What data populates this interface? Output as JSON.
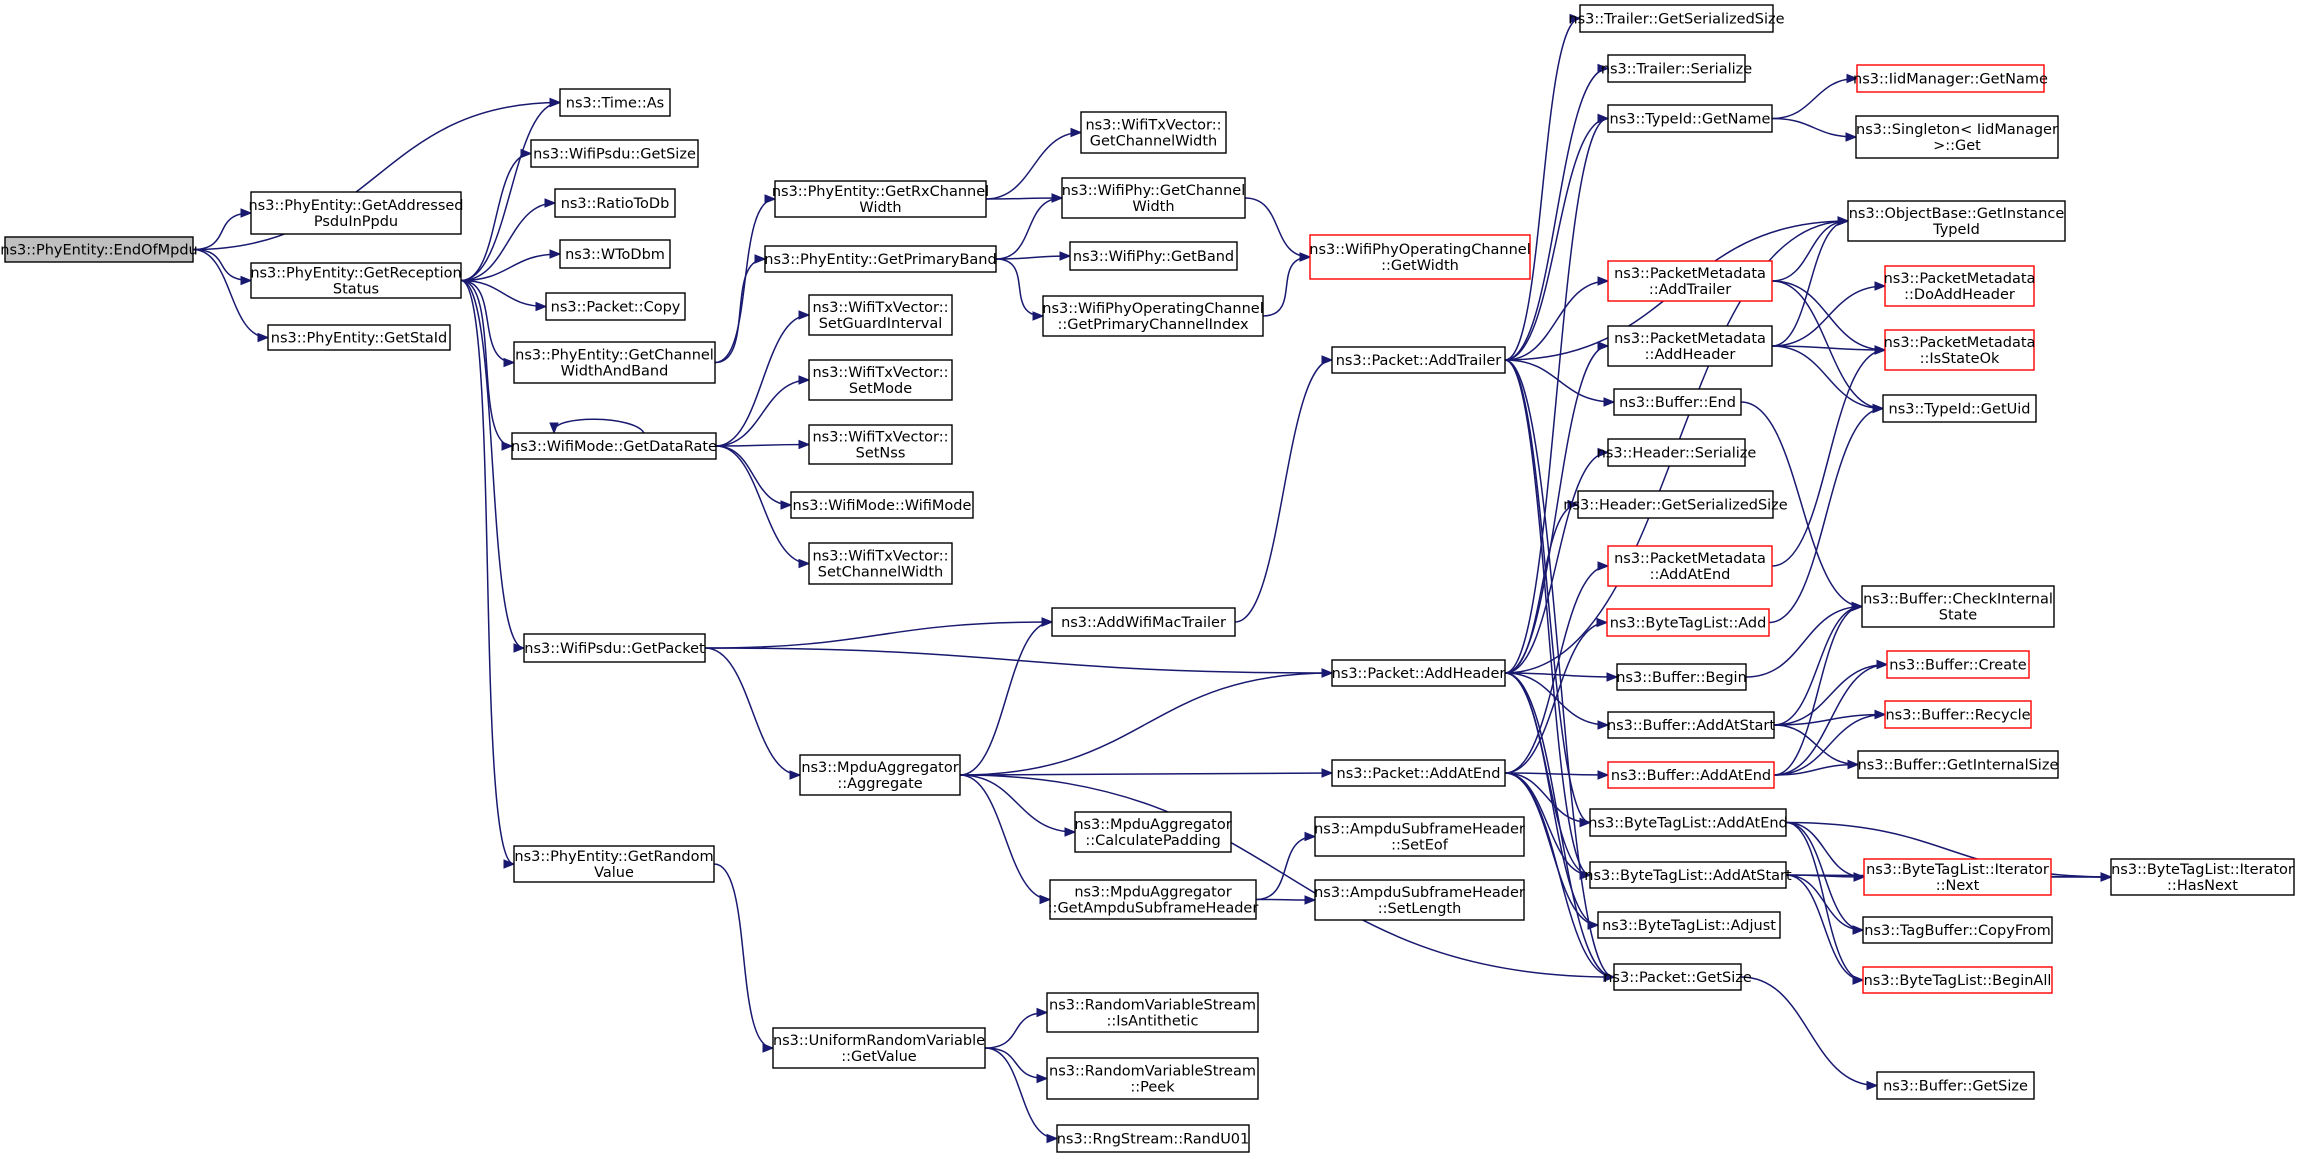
{
  "diagram": {
    "type": "call-graph",
    "colors": {
      "edge": "#191970",
      "root_fill": "#bfbfbf",
      "node_border": "#000000",
      "incomplete_border": "#ff0000"
    },
    "nodes": [
      {
        "id": "endofmpdu",
        "lines": [
          "ns3::PhyEntity::EndOfMpdu"
        ],
        "style": "root"
      },
      {
        "id": "time_as",
        "lines": [
          "ns3::Time::As"
        ]
      },
      {
        "id": "getaddressed",
        "lines": [
          "ns3::PhyEntity::GetAddressed",
          "PsduInPpdu"
        ]
      },
      {
        "id": "getreception",
        "lines": [
          "ns3::PhyEntity::GetReception",
          "Status"
        ]
      },
      {
        "id": "getstaid",
        "lines": [
          "ns3::PhyEntity::GetStaId"
        ]
      },
      {
        "id": "wifipsdu_getsize",
        "lines": [
          "ns3::WifiPsdu::GetSize"
        ]
      },
      {
        "id": "ratiotodb",
        "lines": [
          "ns3::RatioToDb"
        ]
      },
      {
        "id": "wtodbm",
        "lines": [
          "ns3::WToDbm"
        ]
      },
      {
        "id": "packet_copy",
        "lines": [
          "ns3::Packet::Copy"
        ]
      },
      {
        "id": "getchannelwidthandband",
        "lines": [
          "ns3::PhyEntity::GetChannel",
          "WidthAndBand"
        ]
      },
      {
        "id": "getdatarate",
        "lines": [
          "ns3::WifiMode::GetDataRate"
        ]
      },
      {
        "id": "wifipsdu_getpacket",
        "lines": [
          "ns3::WifiPsdu::GetPacket"
        ]
      },
      {
        "id": "getrandomvalue",
        "lines": [
          "ns3::PhyEntity::GetRandom",
          "Value"
        ]
      },
      {
        "id": "getrxchannelwidth",
        "lines": [
          "ns3::PhyEntity::GetRxChannel",
          "Width"
        ]
      },
      {
        "id": "getprimaryband",
        "lines": [
          "ns3::PhyEntity::GetPrimaryBand"
        ]
      },
      {
        "id": "setguardinterval",
        "lines": [
          "ns3::WifiTxVector::",
          "SetGuardInterval"
        ]
      },
      {
        "id": "setmode",
        "lines": [
          "ns3::WifiTxVector::",
          "SetMode"
        ]
      },
      {
        "id": "setnss",
        "lines": [
          "ns3::WifiTxVector::",
          "SetNss"
        ]
      },
      {
        "id": "wifimode_ctor",
        "lines": [
          "ns3::WifiMode::WifiMode"
        ]
      },
      {
        "id": "setchannelwidth",
        "lines": [
          "ns3::WifiTxVector::",
          "SetChannelWidth"
        ]
      },
      {
        "id": "addwifimactrailer",
        "lines": [
          "ns3::AddWifiMacTrailer"
        ]
      },
      {
        "id": "mpdu_aggregate",
        "lines": [
          "ns3::MpduAggregator",
          "::Aggregate"
        ]
      },
      {
        "id": "calculatepadding",
        "lines": [
          "ns3::MpduAggregator",
          "::CalculatePadding"
        ]
      },
      {
        "id": "getampdusubframeheader",
        "lines": [
          "ns3::MpduAggregator",
          "::GetAmpduSubframeHeader"
        ]
      },
      {
        "id": "uniform_getvalue",
        "lines": [
          "ns3::UniformRandomVariable",
          "::GetValue"
        ]
      },
      {
        "id": "isantithetic",
        "lines": [
          "ns3::RandomVariableStream",
          "::IsAntithetic"
        ]
      },
      {
        "id": "peek",
        "lines": [
          "ns3::RandomVariableStream",
          "::Peek"
        ]
      },
      {
        "id": "randu01",
        "lines": [
          "ns3::RngStream::RandU01"
        ]
      },
      {
        "id": "txvec_getchannelwidth",
        "lines": [
          "ns3::WifiTxVector::",
          "GetChannelWidth"
        ]
      },
      {
        "id": "wifiphy_getchannelwidth",
        "lines": [
          "ns3::WifiPhy::GetChannel",
          "Width"
        ]
      },
      {
        "id": "wifiphy_getband",
        "lines": [
          "ns3::WifiPhy::GetBand"
        ]
      },
      {
        "id": "getprimarychannelindex",
        "lines": [
          "ns3::WifiPhyOperatingChannel",
          "::GetPrimaryChannelIndex"
        ]
      },
      {
        "id": "opchannel_getwidth",
        "lines": [
          "ns3::WifiPhyOperatingChannel",
          "::GetWidth"
        ],
        "style": "red"
      },
      {
        "id": "packet_addtrailer",
        "lines": [
          "ns3::Packet::AddTrailer"
        ]
      },
      {
        "id": "packet_addheader",
        "lines": [
          "ns3::Packet::AddHeader"
        ]
      },
      {
        "id": "packet_addatend",
        "lines": [
          "ns3::Packet::AddAtEnd"
        ]
      },
      {
        "id": "setEof",
        "lines": [
          "ns3::AmpduSubframeHeader",
          "::SetEof"
        ]
      },
      {
        "id": "setlength",
        "lines": [
          "ns3::AmpduSubframeHeader",
          "::SetLength"
        ]
      },
      {
        "id": "trailer_getserializedsize",
        "lines": [
          "ns3::Trailer::GetSerializedSize"
        ]
      },
      {
        "id": "trailer_serialize",
        "lines": [
          "ns3::Trailer::Serialize"
        ]
      },
      {
        "id": "typeid_getname",
        "lines": [
          "ns3::TypeId::GetName"
        ]
      },
      {
        "id": "pm_addtrailer",
        "lines": [
          "ns3::PacketMetadata",
          "::AddTrailer"
        ],
        "style": "red"
      },
      {
        "id": "pm_addheader",
        "lines": [
          "ns3::PacketMetadata",
          "::AddHeader"
        ]
      },
      {
        "id": "buffer_end",
        "lines": [
          "ns3::Buffer::End"
        ]
      },
      {
        "id": "header_serialize",
        "lines": [
          "ns3::Header::Serialize"
        ]
      },
      {
        "id": "header_getserializedsize",
        "lines": [
          "ns3::Header::GetSerializedSize"
        ]
      },
      {
        "id": "pm_addatend",
        "lines": [
          "ns3::PacketMetadata",
          "::AddAtEnd"
        ],
        "style": "red"
      },
      {
        "id": "btl_add",
        "lines": [
          "ns3::ByteTagList::Add"
        ],
        "style": "red"
      },
      {
        "id": "buffer_begin",
        "lines": [
          "ns3::Buffer::Begin"
        ]
      },
      {
        "id": "buffer_addatstart",
        "lines": [
          "ns3::Buffer::AddAtStart"
        ]
      },
      {
        "id": "buffer_addatend",
        "lines": [
          "ns3::Buffer::AddAtEnd"
        ],
        "style": "red"
      },
      {
        "id": "btl_addatend",
        "lines": [
          "ns3::ByteTagList::AddAtEnd"
        ]
      },
      {
        "id": "btl_addatstart",
        "lines": [
          "ns3::ByteTagList::AddAtStart"
        ]
      },
      {
        "id": "btl_adjust",
        "lines": [
          "ns3::ByteTagList::Adjust"
        ]
      },
      {
        "id": "packet_getsize",
        "lines": [
          "ns3::Packet::GetSize"
        ]
      },
      {
        "id": "iidmanager_getname",
        "lines": [
          "ns3::IidManager::GetName"
        ],
        "style": "red"
      },
      {
        "id": "singleton_get",
        "lines": [
          "ns3::Singleton< IidManager",
          ">::Get"
        ]
      },
      {
        "id": "getinstancetypeid",
        "lines": [
          "ns3::ObjectBase::GetInstance",
          "TypeId"
        ]
      },
      {
        "id": "pm_doaddheader",
        "lines": [
          "ns3::PacketMetadata",
          "::DoAddHeader"
        ],
        "style": "red"
      },
      {
        "id": "pm_isstateok",
        "lines": [
          "ns3::PacketMetadata",
          "::IsStateOk"
        ],
        "style": "red"
      },
      {
        "id": "typeid_getuid",
        "lines": [
          "ns3::TypeId::GetUid"
        ]
      },
      {
        "id": "buffer_checkinternalstate",
        "lines": [
          "ns3::Buffer::CheckInternal",
          "State"
        ]
      },
      {
        "id": "buffer_create",
        "lines": [
          "ns3::Buffer::Create"
        ],
        "style": "red"
      },
      {
        "id": "buffer_recycle",
        "lines": [
          "ns3::Buffer::Recycle"
        ],
        "style": "red"
      },
      {
        "id": "buffer_getinternalsize",
        "lines": [
          "ns3::Buffer::GetInternalSize"
        ]
      },
      {
        "id": "btl_iterator_next",
        "lines": [
          "ns3::ByteTagList::Iterator",
          "::Next"
        ],
        "style": "red"
      },
      {
        "id": "tagbuffer_copyfrom",
        "lines": [
          "ns3::TagBuffer::CopyFrom"
        ]
      },
      {
        "id": "btl_beginall",
        "lines": [
          "ns3::ByteTagList::BeginAll"
        ],
        "style": "red"
      },
      {
        "id": "btl_iterator_hasnext",
        "lines": [
          "ns3::ByteTagList::Iterator",
          "::HasNext"
        ]
      },
      {
        "id": "buffer_getsize",
        "lines": [
          "ns3::Buffer::GetSize"
        ]
      }
    ],
    "edges": [
      [
        "endofmpdu",
        "time_as"
      ],
      [
        "endofmpdu",
        "getaddressed"
      ],
      [
        "endofmpdu",
        "getreception"
      ],
      [
        "endofmpdu",
        "getstaid"
      ],
      [
        "getreception",
        "time_as"
      ],
      [
        "getreception",
        "wifipsdu_getsize"
      ],
      [
        "getreception",
        "ratiotodb"
      ],
      [
        "getreception",
        "wtodbm"
      ],
      [
        "getreception",
        "packet_copy"
      ],
      [
        "getreception",
        "getchannelwidthandband"
      ],
      [
        "getreception",
        "getdatarate"
      ],
      [
        "getreception",
        "wifipsdu_getpacket"
      ],
      [
        "getreception",
        "getrandomvalue"
      ],
      [
        "getchannelwidthandband",
        "getrxchannelwidth"
      ],
      [
        "getchannelwidthandband",
        "getprimaryband"
      ],
      [
        "getdatarate",
        "getdatarate"
      ],
      [
        "getdatarate",
        "setguardinterval"
      ],
      [
        "getdatarate",
        "setmode"
      ],
      [
        "getdatarate",
        "setnss"
      ],
      [
        "getdatarate",
        "wifimode_ctor"
      ],
      [
        "getdatarate",
        "setchannelwidth"
      ],
      [
        "wifipsdu_getpacket",
        "addwifimactrailer"
      ],
      [
        "wifipsdu_getpacket",
        "packet_addheader"
      ],
      [
        "wifipsdu_getpacket",
        "mpdu_aggregate"
      ],
      [
        "getrandomvalue",
        "uniform_getvalue"
      ],
      [
        "getrxchannelwidth",
        "txvec_getchannelwidth"
      ],
      [
        "getrxchannelwidth",
        "wifiphy_getchannelwidth"
      ],
      [
        "getprimaryband",
        "wifiphy_getchannelwidth"
      ],
      [
        "getprimaryband",
        "wifiphy_getband"
      ],
      [
        "getprimaryband",
        "getprimarychannelindex"
      ],
      [
        "wifiphy_getchannelwidth",
        "opchannel_getwidth"
      ],
      [
        "getprimarychannelindex",
        "opchannel_getwidth"
      ],
      [
        "addwifimactrailer",
        "packet_addtrailer"
      ],
      [
        "mpdu_aggregate",
        "addwifimactrailer"
      ],
      [
        "mpdu_aggregate",
        "packet_addheader"
      ],
      [
        "mpdu_aggregate",
        "packet_addatend"
      ],
      [
        "mpdu_aggregate",
        "calculatepadding"
      ],
      [
        "mpdu_aggregate",
        "getampdusubframeheader"
      ],
      [
        "mpdu_aggregate",
        "packet_getsize"
      ],
      [
        "getampdusubframeheader",
        "setEof"
      ],
      [
        "getampdusubframeheader",
        "setlength"
      ],
      [
        "uniform_getvalue",
        "isantithetic"
      ],
      [
        "uniform_getvalue",
        "peek"
      ],
      [
        "uniform_getvalue",
        "randu01"
      ],
      [
        "packet_addtrailer",
        "trailer_getserializedsize"
      ],
      [
        "packet_addtrailer",
        "trailer_serialize"
      ],
      [
        "packet_addtrailer",
        "typeid_getname"
      ],
      [
        "packet_addtrailer",
        "getinstancetypeid"
      ],
      [
        "packet_addtrailer",
        "pm_addtrailer"
      ],
      [
        "packet_addtrailer",
        "buffer_end"
      ],
      [
        "packet_addtrailer",
        "btl_addatend"
      ],
      [
        "packet_addtrailer",
        "btl_addatstart"
      ],
      [
        "packet_addtrailer",
        "packet_getsize"
      ],
      [
        "packet_addheader",
        "typeid_getname"
      ],
      [
        "packet_addheader",
        "getinstancetypeid"
      ],
      [
        "packet_addheader",
        "pm_addheader"
      ],
      [
        "packet_addheader",
        "header_serialize"
      ],
      [
        "packet_addheader",
        "header_getserializedsize"
      ],
      [
        "packet_addheader",
        "buffer_begin"
      ],
      [
        "packet_addheader",
        "buffer_addatstart"
      ],
      [
        "packet_addheader",
        "btl_addatstart"
      ],
      [
        "packet_addheader",
        "btl_adjust"
      ],
      [
        "packet_addheader",
        "packet_getsize"
      ],
      [
        "packet_addatend",
        "pm_addatend"
      ],
      [
        "packet_addatend",
        "btl_add"
      ],
      [
        "packet_addatend",
        "buffer_addatend"
      ],
      [
        "packet_addatend",
        "btl_addatend"
      ],
      [
        "packet_addatend",
        "btl_addatstart"
      ],
      [
        "packet_addatend",
        "btl_adjust"
      ],
      [
        "packet_addatend",
        "packet_getsize"
      ],
      [
        "typeid_getname",
        "iidmanager_getname"
      ],
      [
        "typeid_getname",
        "singleton_get"
      ],
      [
        "pm_addtrailer",
        "getinstancetypeid"
      ],
      [
        "pm_addtrailer",
        "pm_isstateok"
      ],
      [
        "pm_addtrailer",
        "typeid_getuid"
      ],
      [
        "pm_addheader",
        "getinstancetypeid"
      ],
      [
        "pm_addheader",
        "pm_doaddheader"
      ],
      [
        "pm_addheader",
        "pm_isstateok"
      ],
      [
        "pm_addheader",
        "typeid_getuid"
      ],
      [
        "buffer_end",
        "buffer_checkinternalstate"
      ],
      [
        "pm_addatend",
        "pm_isstateok"
      ],
      [
        "btl_add",
        "typeid_getuid"
      ],
      [
        "buffer_begin",
        "buffer_checkinternalstate"
      ],
      [
        "buffer_addatstart",
        "buffer_checkinternalstate"
      ],
      [
        "buffer_addatstart",
        "buffer_create"
      ],
      [
        "buffer_addatstart",
        "buffer_recycle"
      ],
      [
        "buffer_addatstart",
        "buffer_getinternalsize"
      ],
      [
        "buffer_addatend",
        "buffer_checkinternalstate"
      ],
      [
        "buffer_addatend",
        "buffer_create"
      ],
      [
        "buffer_addatend",
        "buffer_recycle"
      ],
      [
        "buffer_addatend",
        "buffer_getinternalsize"
      ],
      [
        "btl_addatend",
        "btl_iterator_next"
      ],
      [
        "btl_addatend",
        "btl_iterator_hasnext"
      ],
      [
        "btl_addatend",
        "tagbuffer_copyfrom"
      ],
      [
        "btl_addatend",
        "btl_beginall"
      ],
      [
        "btl_addatstart",
        "btl_iterator_next"
      ],
      [
        "btl_addatstart",
        "btl_iterator_hasnext"
      ],
      [
        "btl_addatstart",
        "tagbuffer_copyfrom"
      ],
      [
        "btl_addatstart",
        "btl_beginall"
      ],
      [
        "btl_iterator_next",
        "btl_iterator_hasnext"
      ],
      [
        "packet_getsize",
        "buffer_getsize"
      ]
    ]
  }
}
